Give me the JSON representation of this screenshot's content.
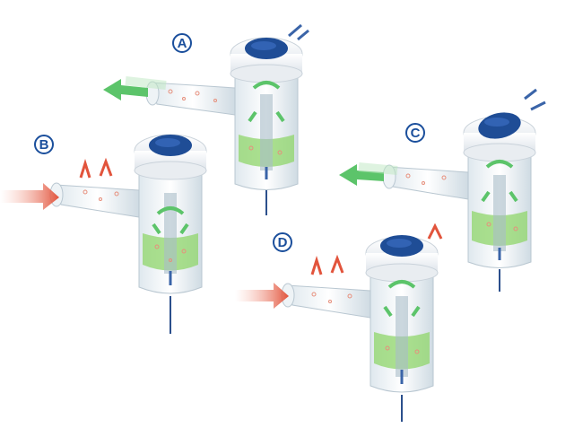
{
  "diagram": {
    "colors": {
      "label_blue": "#1b4f9c",
      "cap_white": "#f4f6f8",
      "cap_blue": "#1f4d96",
      "cup_green": "#8fd66a",
      "exhale_green": "#5cc46a",
      "inhale_red": "#e2543c",
      "air_blue": "#3a64a8",
      "tube_blue": "#2b4f8c"
    },
    "panels": [
      {
        "id": "A",
        "label": "A"
      },
      {
        "id": "B",
        "label": "B"
      },
      {
        "id": "C",
        "label": "C"
      },
      {
        "id": "D",
        "label": "D"
      }
    ]
  }
}
